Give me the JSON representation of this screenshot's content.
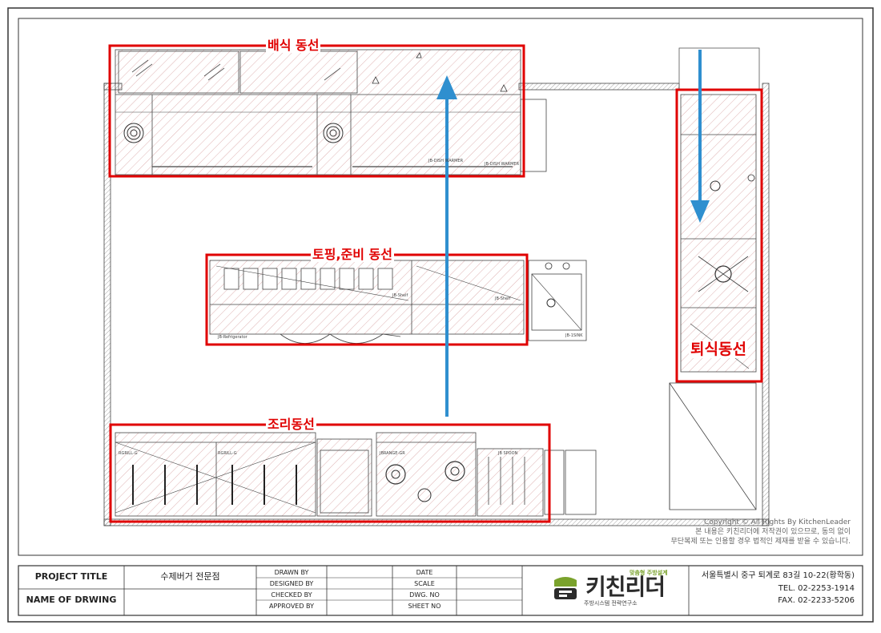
{
  "zones": {
    "serving": "배식 동선",
    "topping": "토핑,준비 동선",
    "cooking": "조리동선",
    "return": "퇴식동선"
  },
  "equipment_labels": {
    "dish_warmer_1": "JB-DISH WARMER",
    "dish_warmer_2": "JB-DISH WARMER",
    "shelf_1": "JB-Shelf",
    "shelf_2": "JB-Shelf",
    "refrigerator": "JB-Refrigerator",
    "sink": "JB-1SINK",
    "grill_1": "RGRILL-G",
    "grill_2": "RGRILL-G",
    "range": "JBRANGE-GR",
    "burner": "JB SPOON"
  },
  "copyright": {
    "line1": "Copyright © All Rights By KitchenLeader",
    "line2": "본 내용은 키친리더에 저작권이 있으므로, 동의 없이",
    "line3": "무단복제 또는 인용할 경우 법적인 제재를 받을 수 있습니다."
  },
  "title_block": {
    "project_title_label": "PROJECT TITLE",
    "project_title_value": "수제버거 전문점",
    "name_of_drawing_label": "NAME OF DRWING",
    "drawn_by": "DRAWN BY",
    "designed_by": "DESIGNED BY",
    "checked_by": "CHECKED BY",
    "approved_by": "APPROVED BY",
    "date": "DATE",
    "scale": "SCALE",
    "dwg_no": "DWG. NO",
    "sheet_no": "SHEET NO",
    "logo_tagline": "맞춤형 주방설계",
    "logo_name": "키친리더",
    "logo_subtitle": "주방시스템 전략연구소",
    "address": "서울특별시 중구 퇴계로 83길 10-22(황학동)",
    "tel": "TEL. 02-2253-1914",
    "fax": "FAX. 02-2233-5206"
  },
  "colors": {
    "zone_border": "#e00000",
    "flow_arrow": "#2f8fcf",
    "hatch": "#c98080",
    "line": "#333333"
  }
}
